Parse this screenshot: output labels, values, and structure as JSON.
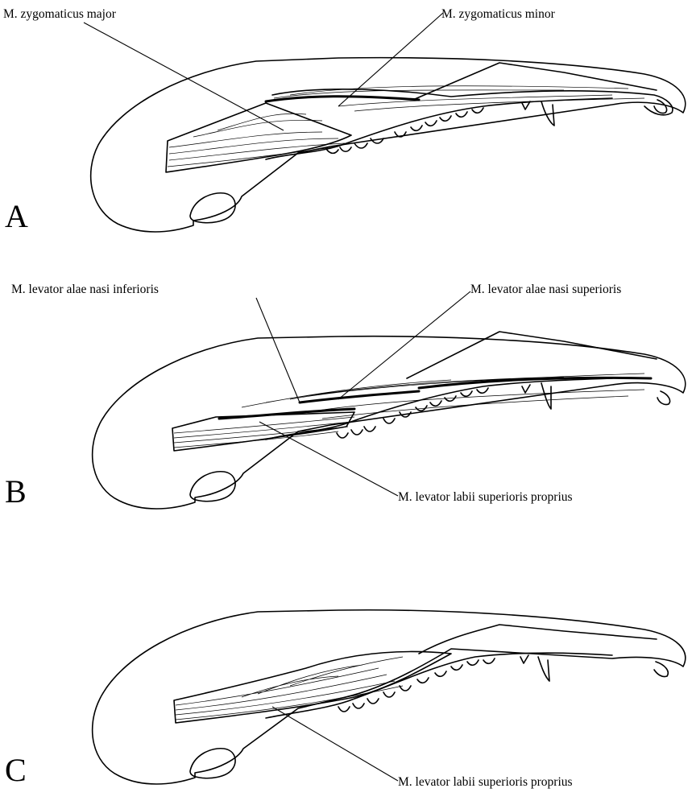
{
  "panels": [
    {
      "letter": "A",
      "labels": {
        "left": "M. zygomaticus major",
        "right": "M. zygomaticus minor"
      }
    },
    {
      "letter": "B",
      "labels": {
        "left": "M. levator alae nasi inferioris",
        "right": "M. levator alae nasi superioris",
        "bottom": "M. levator labii superioris proprius"
      }
    },
    {
      "letter": "C",
      "labels": {
        "bottom": "M. levator labii superioris proprius"
      }
    }
  ]
}
